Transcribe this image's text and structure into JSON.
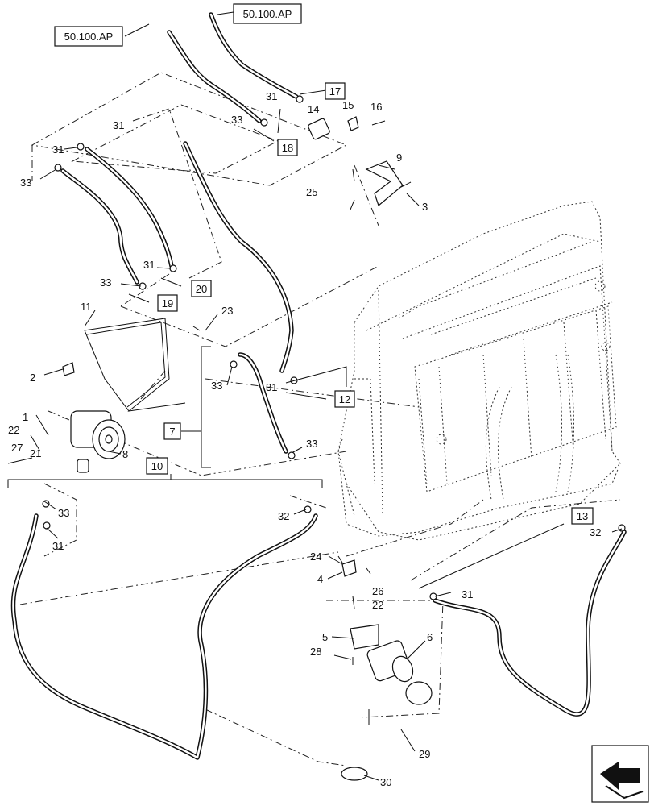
{
  "reference_labels": {
    "ref_top_left": "50.100.AP",
    "ref_top_right": "50.100.AP"
  },
  "boxed_callouts": [
    "7",
    "10",
    "12",
    "13",
    "17",
    "18",
    "19",
    "20"
  ],
  "callouts": [
    "1",
    "2",
    "3",
    "4",
    "5",
    "6",
    "8",
    "9",
    "11",
    "14",
    "15",
    "16",
    "21",
    "22",
    "22",
    "23",
    "24",
    "25",
    "26",
    "27",
    "28",
    "29",
    "30",
    "31",
    "31",
    "31",
    "31",
    "31",
    "31",
    "31",
    "32",
    "32",
    "33",
    "33",
    "33",
    "33",
    "33",
    "33"
  ],
  "corner_icon": "orientation-arrow-icon"
}
